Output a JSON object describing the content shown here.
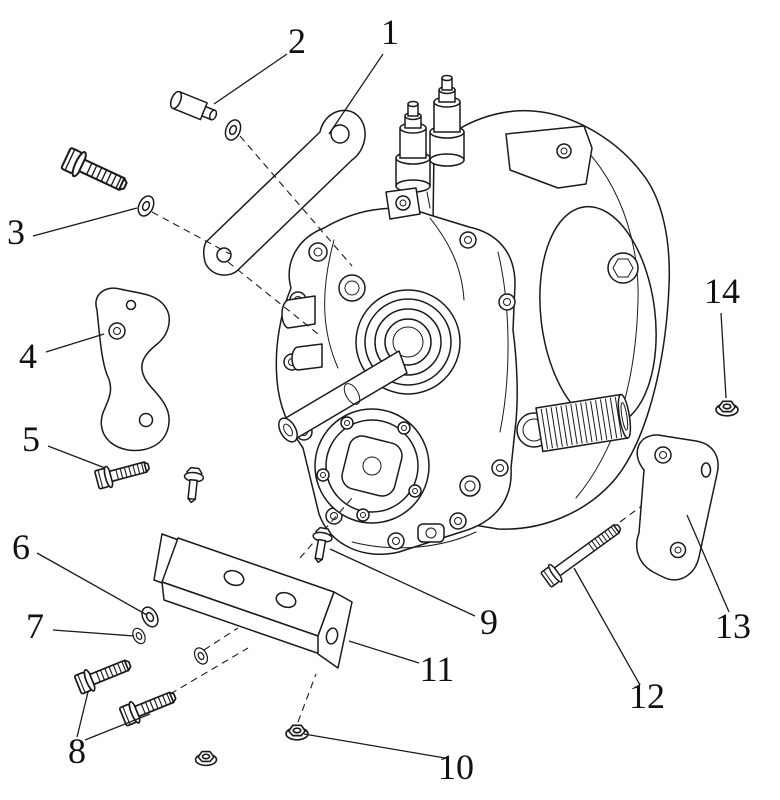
{
  "diagram": {
    "type": "exploded-parts-diagram",
    "colors": {
      "line": "#1a1a1a",
      "background": "#ffffff"
    },
    "callouts": [
      {
        "label": "1"
      },
      {
        "label": "2"
      },
      {
        "label": "3"
      },
      {
        "label": "4"
      },
      {
        "label": "5"
      },
      {
        "label": "6"
      },
      {
        "label": "7"
      },
      {
        "label": "8"
      },
      {
        "label": "9"
      },
      {
        "label": "10"
      },
      {
        "label": "11"
      },
      {
        "label": "12"
      },
      {
        "label": "13"
      },
      {
        "label": "14"
      }
    ]
  }
}
